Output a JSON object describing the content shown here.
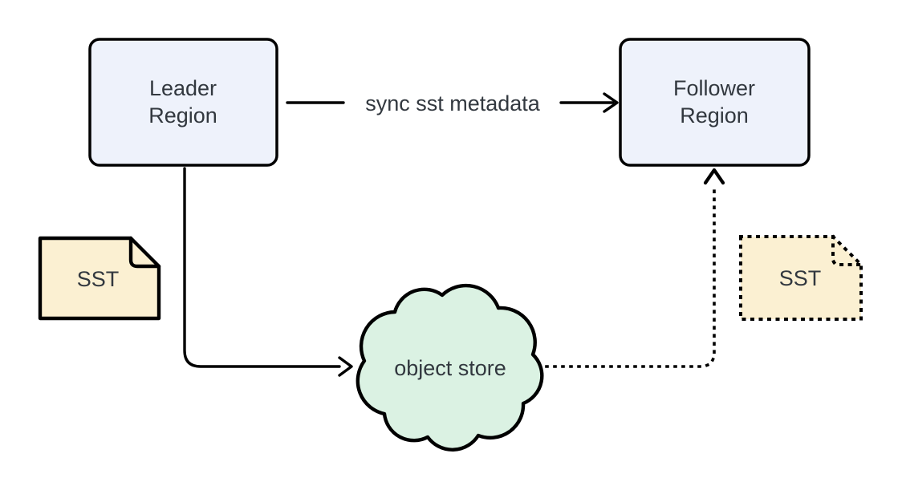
{
  "diagram": {
    "leader_region": {
      "label_line1": "Leader",
      "label_line2": "Region"
    },
    "follower_region": {
      "label_line1": "Follower",
      "label_line2": "Region"
    },
    "sync_edge": {
      "label": "sync sst metadata"
    },
    "object_store": {
      "label": "object store"
    },
    "sst_source": {
      "label": "SST"
    },
    "sst_replica": {
      "label": "SST"
    },
    "colors": {
      "region_fill": "#eef2fb",
      "sst_fill": "#fbf0d2",
      "cloud_fill": "#dbf2e3",
      "stroke": "#000000",
      "text": "#32383f",
      "background": "#ffffff"
    }
  }
}
